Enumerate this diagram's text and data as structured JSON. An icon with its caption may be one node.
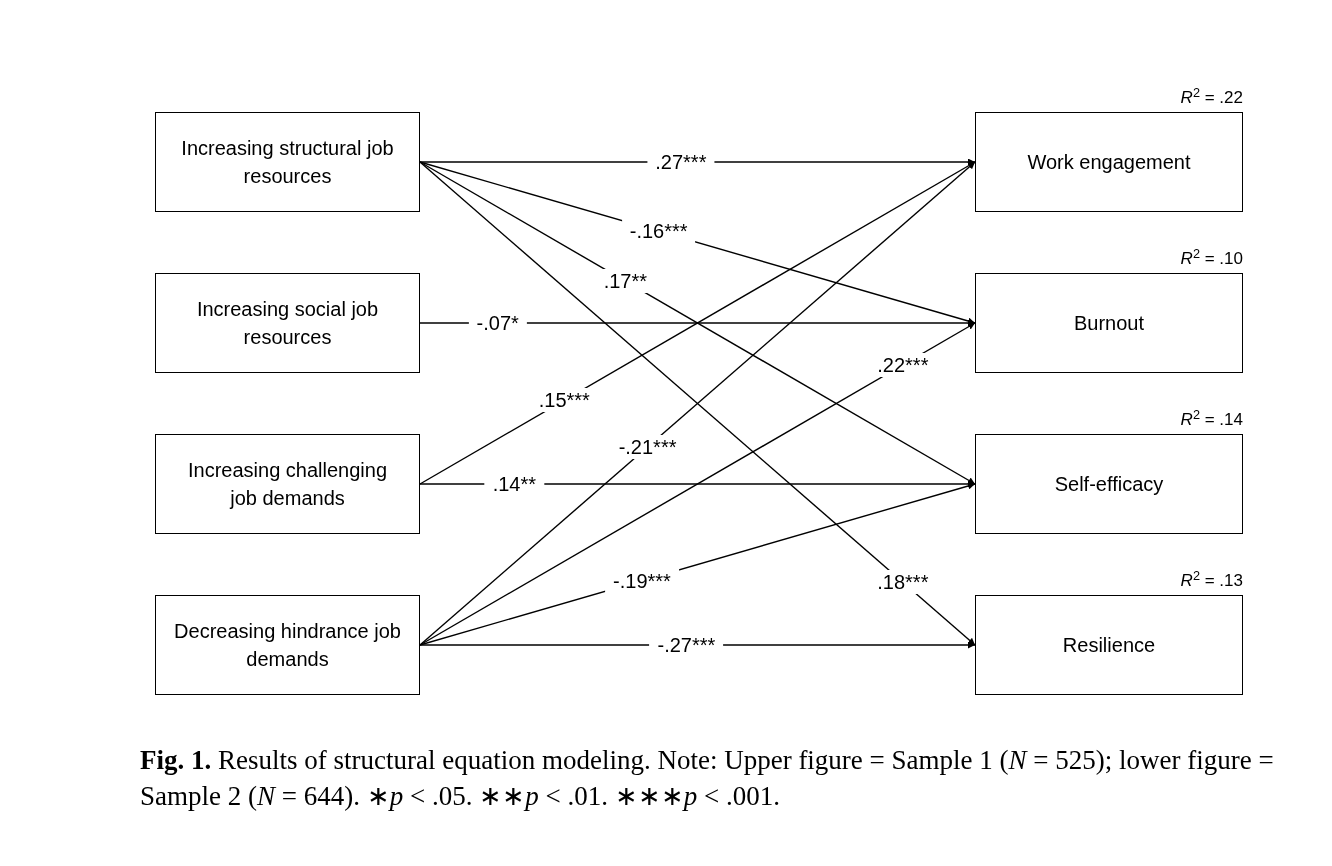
{
  "diagram": {
    "caption": "**Fig. 1.** Results of structural equation modeling. Note: Upper figure = Sample 1 (*N* = 525); lower figure = Sample 2 (*N* = 644). ∗*p* < .05. ∗∗*p* < .01. ∗∗∗*p* < .001.",
    "nodes": [
      {
        "text": [
          "Increasing structural job resources"
        ]
      },
      {
        "text": [
          "Increasing social job resources"
        ]
      },
      {
        "text": [
          "Increasing challenging job demands"
        ]
      },
      {
        "text": [
          "Decreasing hindrance job demands"
        ]
      },
      {
        "text": [
          "Work engagement"
        ],
        "beside": [
          "*R*$^{2}$ = .22"
        ]
      },
      {
        "text": [
          "Burnout"
        ],
        "beside": [
          "*R*$^{2}$ = .10"
        ]
      },
      {
        "text": [
          "Self-efficacy"
        ],
        "beside": [
          "*R*$^{2}$ = .14"
        ]
      },
      {
        "text": [
          "Resilience"
        ],
        "beside": [
          "*R*$^{2}$ = .13"
        ]
      }
    ],
    "edges": [
      {
        "from": 0,
        "to": 4,
        "arrow": "to",
        "label": ".27***"
      },
      {
        "from": 0,
        "to": 5,
        "arrow": "to",
        "label": "-.16***"
      },
      {
        "from": 0,
        "to": 6,
        "arrow": "to",
        "label": ".17**"
      },
      {
        "from": 0,
        "to": 7,
        "arrow": "to",
        "label": ".18***"
      },
      {
        "from": 1,
        "to": 5,
        "arrow": "to",
        "label": "-.07*"
      },
      {
        "from": 2,
        "to": 4,
        "arrow": "to",
        "label": ".15***"
      },
      {
        "from": 2,
        "to": 6,
        "arrow": "to",
        "label": ".14**"
      },
      {
        "from": 3,
        "to": 4,
        "arrow": "to",
        "label": "-.21***"
      },
      {
        "from": 3,
        "to": 5,
        "arrow": "to",
        "label": ".22***"
      },
      {
        "from": 3,
        "to": 6,
        "arrow": "to",
        "label": "-.19***"
      },
      {
        "from": 3,
        "to": 7,
        "arrow": "to",
        "label": "-.27***"
      }
    ]
  }
}
